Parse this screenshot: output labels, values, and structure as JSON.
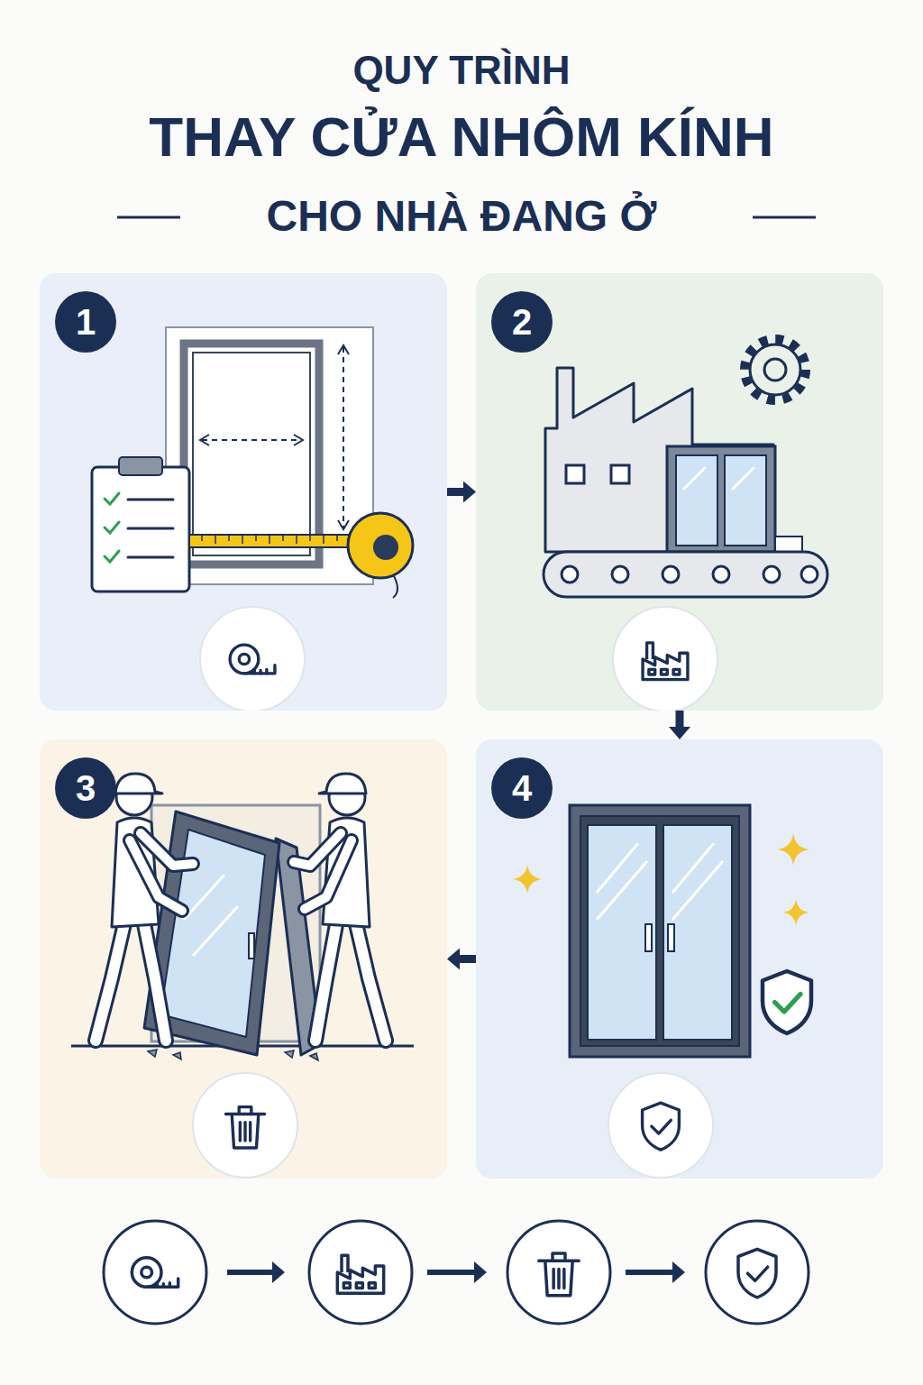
{
  "diagram": {
    "title": "QUY TRÌNH",
    "nodes": [
      {
        "text": [
          "1"
        ]
      },
      {
        "text": [
          "2"
        ]
      },
      {
        "text": [
          "3"
        ]
      },
      {
        "text": [
          "4"
        ]
      }
    ],
    "edges": [
      {
        "from": 0,
        "to": 1,
        "arrow": "to"
      },
      {
        "from": 1,
        "to": 3,
        "arrow": "to"
      },
      {
        "from": 3,
        "to": 2,
        "arrow": "to"
      }
    ],
    "labels": [
      "THAY CỬA NHÔM KÍNH",
      "CHO NHÀ ĐANG Ở"
    ]
  }
}
